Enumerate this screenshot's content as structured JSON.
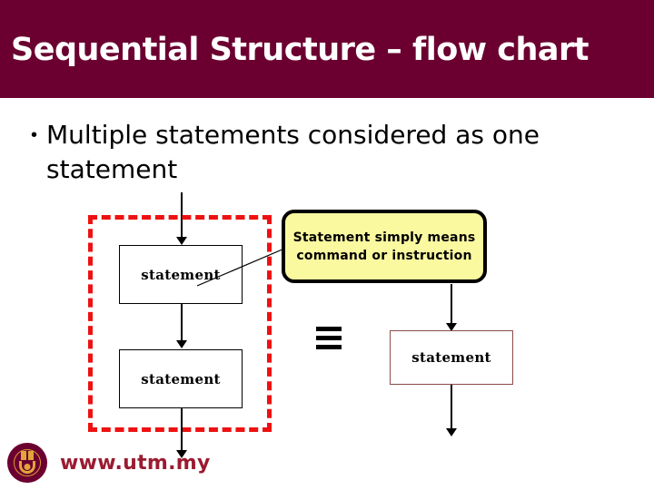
{
  "slide": {
    "title": "Sequential Structure – flow chart",
    "header_color": "#6B0030"
  },
  "body": {
    "bullet_marker": "•",
    "bullet_text": "Multiple statements considered as one statement"
  },
  "diagram": {
    "group_box": {
      "name": "dashed-grouping-rectangle",
      "style": "dashed",
      "color": "#EE1111"
    },
    "boxes": [
      {
        "id": "stmt-1",
        "label": "statement",
        "border_color": "#000000"
      },
      {
        "id": "stmt-2",
        "label": "statement",
        "border_color": "#000000"
      },
      {
        "id": "stmt-3",
        "label": "statement",
        "border_color": "#8B4A4A"
      }
    ],
    "equivalence_symbol": "≡",
    "callout": {
      "line1": "Statement simply means",
      "line2": "command or instruction",
      "fill_color": "#FBF9A0",
      "border_color": "#000000"
    }
  },
  "footer": {
    "url": "www.utm.my",
    "url_color": "#9B1B30",
    "logo_name": "utm-logo"
  }
}
